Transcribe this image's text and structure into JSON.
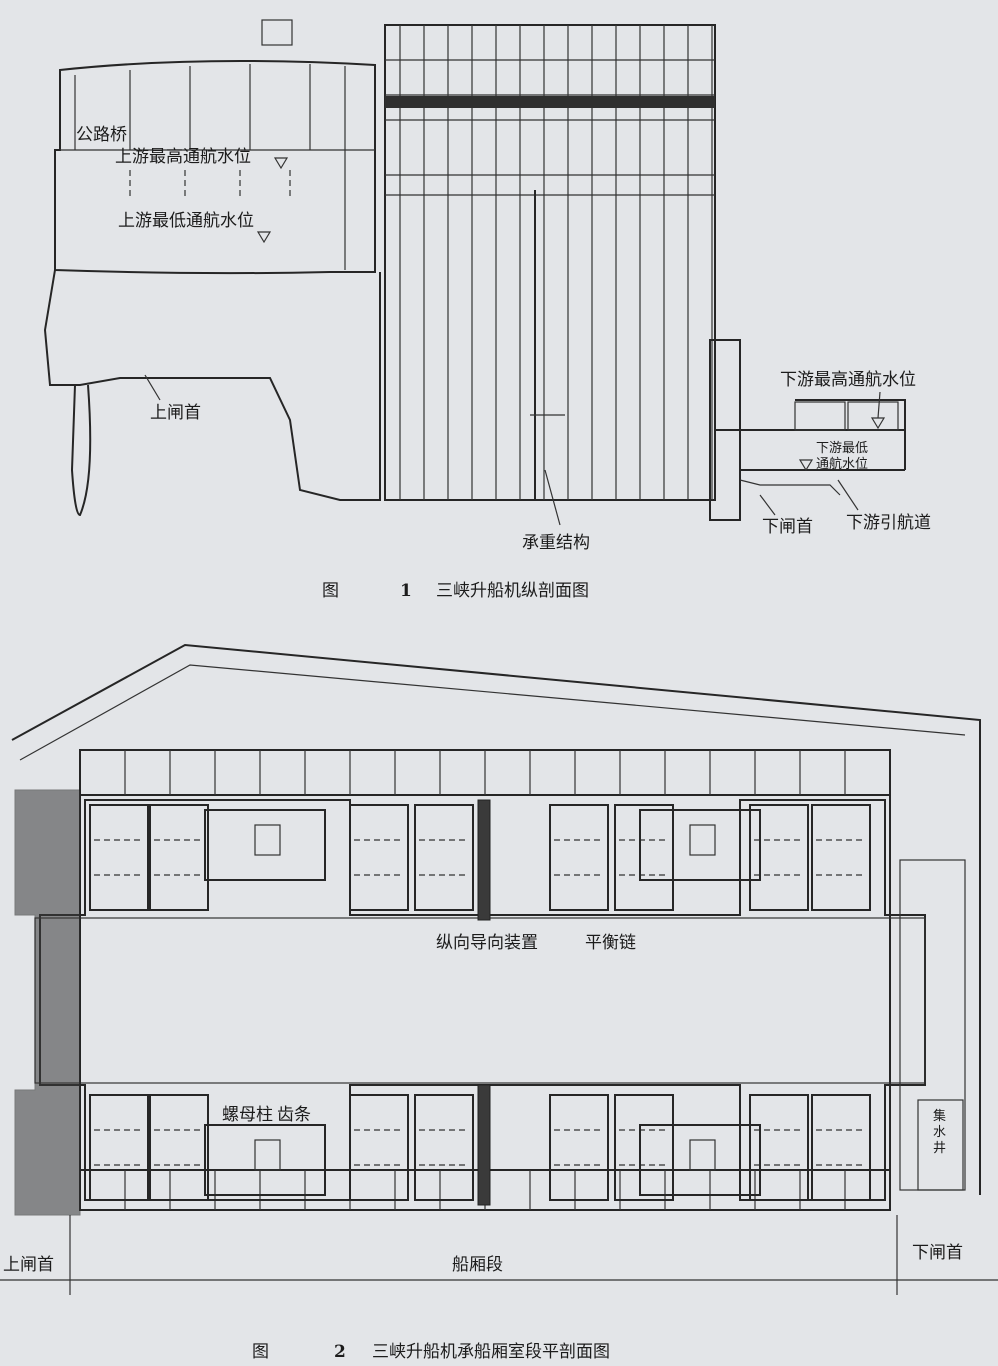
{
  "figure1": {
    "caption_prefix": "图",
    "caption_number": "1",
    "caption_title": "三峡升船机纵剖面图",
    "labels": {
      "highway_bridge": "公路桥",
      "upstream_max_level": "上游最高通航水位",
      "upstream_min_level": "上游最低通航水位",
      "upper_lock_head": "上闸首",
      "load_bearing_structure": "承重结构",
      "downstream_max_level": "下游最高通航水位",
      "downstream_min_level_1": "下游最低",
      "downstream_min_level_2": "通航水位",
      "lower_lock_head": "下闸首",
      "downstream_approach_channel": "下游引航道"
    }
  },
  "figure2": {
    "caption_prefix": "图",
    "caption_number": "2",
    "caption_title": "三峡升船机承船厢室段平剖面图",
    "labels": {
      "longitudinal_guide": "纵向导向装置",
      "balance_chain": "平衡链",
      "nut_column": "螺母柱",
      "rack": "齿条",
      "sump_1": "集",
      "sump_2": "水",
      "sump_3": "井",
      "upper_lock_head": "上闸首",
      "ship_chamber_section": "船厢段",
      "lower_lock_head": "下闸首"
    }
  }
}
